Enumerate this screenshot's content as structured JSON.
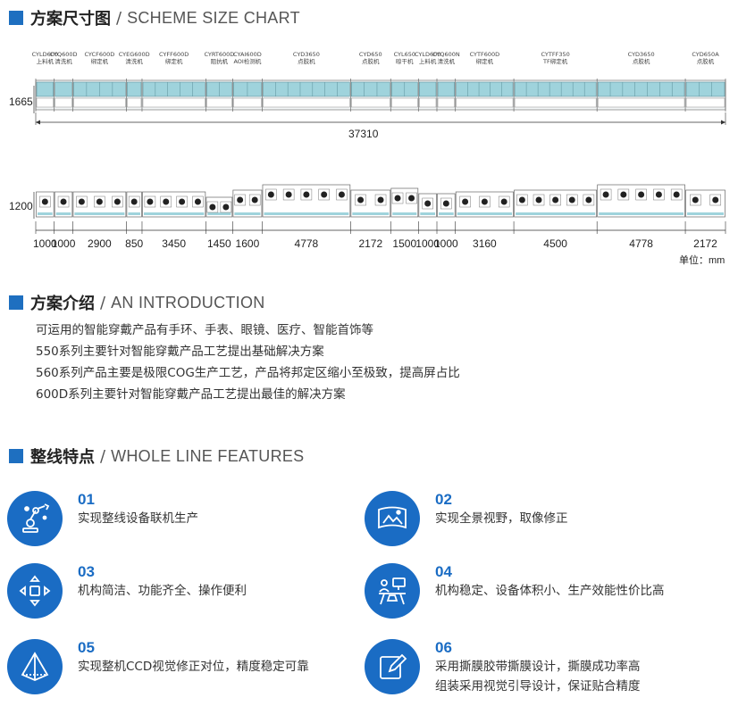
{
  "sections": {
    "chart": {
      "cn": "方案尺寸图",
      "en": "SCHEME SIZE CHART"
    },
    "intro": {
      "cn": "方案介绍",
      "en": "AN INTRODUCTION"
    },
    "features": {
      "cn": "整线特点",
      "en": "WHOLE LINE FEATURES"
    }
  },
  "machines": [
    {
      "code": "CYLD600",
      "name": "上料机"
    },
    {
      "code": "CYQ600D",
      "name": "清洗机"
    },
    {
      "code": "CYCF600D",
      "name": "绑定机"
    },
    {
      "code": "CYEG600D",
      "name": "清洗机"
    },
    {
      "code": "CYFF600D",
      "name": "绑定机"
    },
    {
      "code": "CYRT600D",
      "name": "阻抗机"
    },
    {
      "code": "CYAI600D",
      "name": "AOI检测机"
    },
    {
      "code": "CYD3650",
      "name": "点胶机"
    },
    {
      "code": "CYD650",
      "name": "点胶机"
    },
    {
      "code": "CYL650",
      "name": "晾干机"
    },
    {
      "code": "CYLD600",
      "name": "上料机"
    },
    {
      "code": "CYQ600N",
      "name": "清洗机"
    },
    {
      "code": "CYTF600D",
      "name": "绑定机"
    },
    {
      "code": "CYTFF350",
      "name": "TF绑定机"
    },
    {
      "code": "CYD3650",
      "name": "点胶机"
    },
    {
      "code": "CYD650A",
      "name": "点胶机"
    }
  ],
  "dimensions": {
    "front_height": "1665",
    "total_length": "37310",
    "top_height": "1200",
    "segments": [
      "1000",
      "1000",
      "2900",
      "850",
      "3450",
      "1450",
      "1600",
      "4778",
      "2172",
      "1500",
      "1000",
      "1000",
      "3160",
      "4500",
      "4778",
      "2172"
    ],
    "unit": "单位：mm"
  },
  "intro_lines": [
    "可运用的智能穿戴产品有手环、手表、眼镜、医疗、智能首饰等",
    "550系列主要针对智能穿戴产品工艺提出基础解决方案",
    "560系列产品主要是极限COG生产工艺，产品将邦定区缩小至极致，提高屏占比",
    "600D系列主要针对智能穿戴产品工艺提出最佳的解决方案"
  ],
  "features": [
    {
      "num": "01",
      "lines": [
        "实现整线设备联机生产"
      ],
      "icon": "robot-arm-icon"
    },
    {
      "num": "02",
      "lines": [
        "实现全景视野，取像修正"
      ],
      "icon": "panorama-icon"
    },
    {
      "num": "03",
      "lines": [
        "机构简洁、功能齐全、操作便利"
      ],
      "icon": "directional-pad-icon"
    },
    {
      "num": "04",
      "lines": [
        "机构稳定、设备体积小、生产效能性价比高"
      ],
      "icon": "workstation-icon"
    },
    {
      "num": "05",
      "lines": [
        "实现整机CCD视觉修正对位，精度稳定可靠"
      ],
      "icon": "pyramid-icon"
    },
    {
      "num": "06",
      "lines": [
        "采用撕膜胶带撕膜设计，撕膜成功率高",
        "组装采用视觉引导设计，保证贴合精度"
      ],
      "icon": "edit-icon"
    }
  ],
  "colors": {
    "accent": "#1a6cc4",
    "machine_teal": "#9fd3dc"
  }
}
